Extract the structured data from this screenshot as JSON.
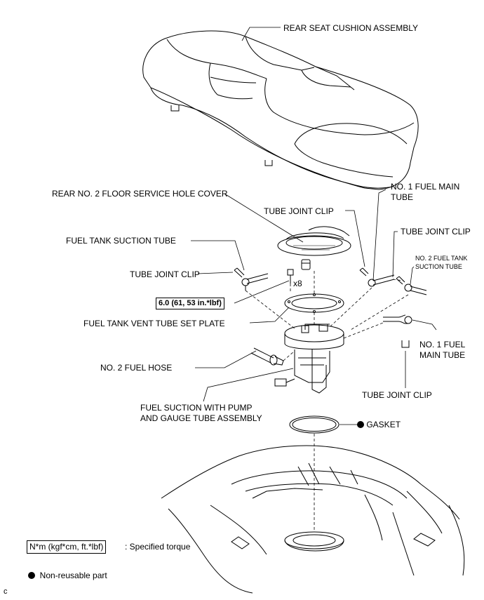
{
  "labels": {
    "rear_seat": "REAR SEAT CUSHION ASSEMBLY",
    "floor_cover": "REAR NO. 2 FLOOR SERVICE HOLE COVER",
    "tube_joint_clip_a": "TUBE JOINT CLIP",
    "main_tube_top_1": "NO. 1 FUEL MAIN",
    "main_tube_top_2": "TUBE",
    "suction_tube": "FUEL TANK SUCTION TUBE",
    "tube_joint_clip_b": "TUBE JOINT CLIP",
    "no2_suction_1": "NO. 2 FUEL TANK",
    "no2_suction_2": "SUCTION TUBE",
    "tube_joint_clip_c": "TUBE JOINT CLIP",
    "x8": "x8",
    "vent_plate": "FUEL TANK VENT TUBE SET PLATE",
    "main_tube_right_1": "NO. 1 FUEL",
    "main_tube_right_2": "MAIN TUBE",
    "no2_hose": "NO. 2 FUEL HOSE",
    "tube_joint_clip_d": "TUBE JOINT CLIP",
    "pump_1": "FUEL SUCTION WITH PUMP",
    "pump_2": "AND GAUGE TUBE ASSEMBLY",
    "gasket": "GASKET",
    "corner_mark": "c"
  },
  "torque": "6.0 (61, 53 in.*lbf)",
  "legend": {
    "torque_box": "N*m (kgf*cm, ft.*lbf)",
    "torque_desc": ": Specified torque",
    "nonreusable": "Non-reusable part"
  }
}
